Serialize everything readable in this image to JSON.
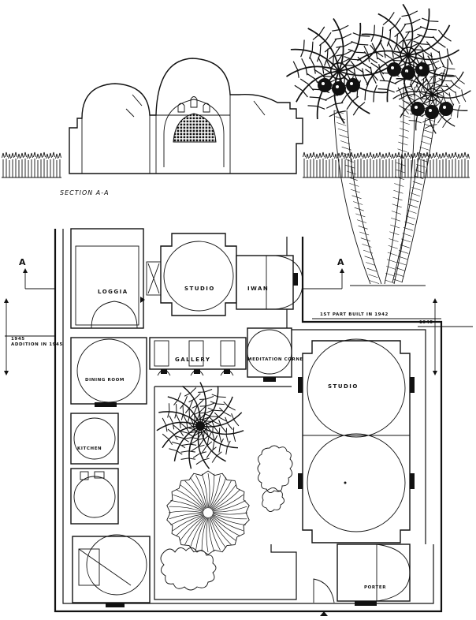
{
  "section": {
    "title": "SECTION A-A"
  },
  "plan": {
    "cut_marker_left": "A",
    "cut_marker_right": "A",
    "rooms": {
      "loggia": "LOGGIA",
      "studio_top": "STUDIO",
      "iwan": "IWAN",
      "gallery": "GALLERY",
      "meditation_corner": "MEDITATION CORNER",
      "dining_room": "DINING ROOM",
      "studio_right": "STUDIO",
      "kitchen": "KITCHEN",
      "porter": "PORTER"
    },
    "annotations": {
      "first_part": "1ST PART BUILT IN 1942",
      "year_right": "1945",
      "addition_year": "1945",
      "addition_text": "ADDITION IN 1945"
    }
  },
  "colors": {
    "ink": "#111111",
    "paper": "#ffffff"
  },
  "icons": [
    "palm-tree",
    "date-cluster",
    "hedge",
    "round-tree",
    "door-swing",
    "section-arrow"
  ]
}
